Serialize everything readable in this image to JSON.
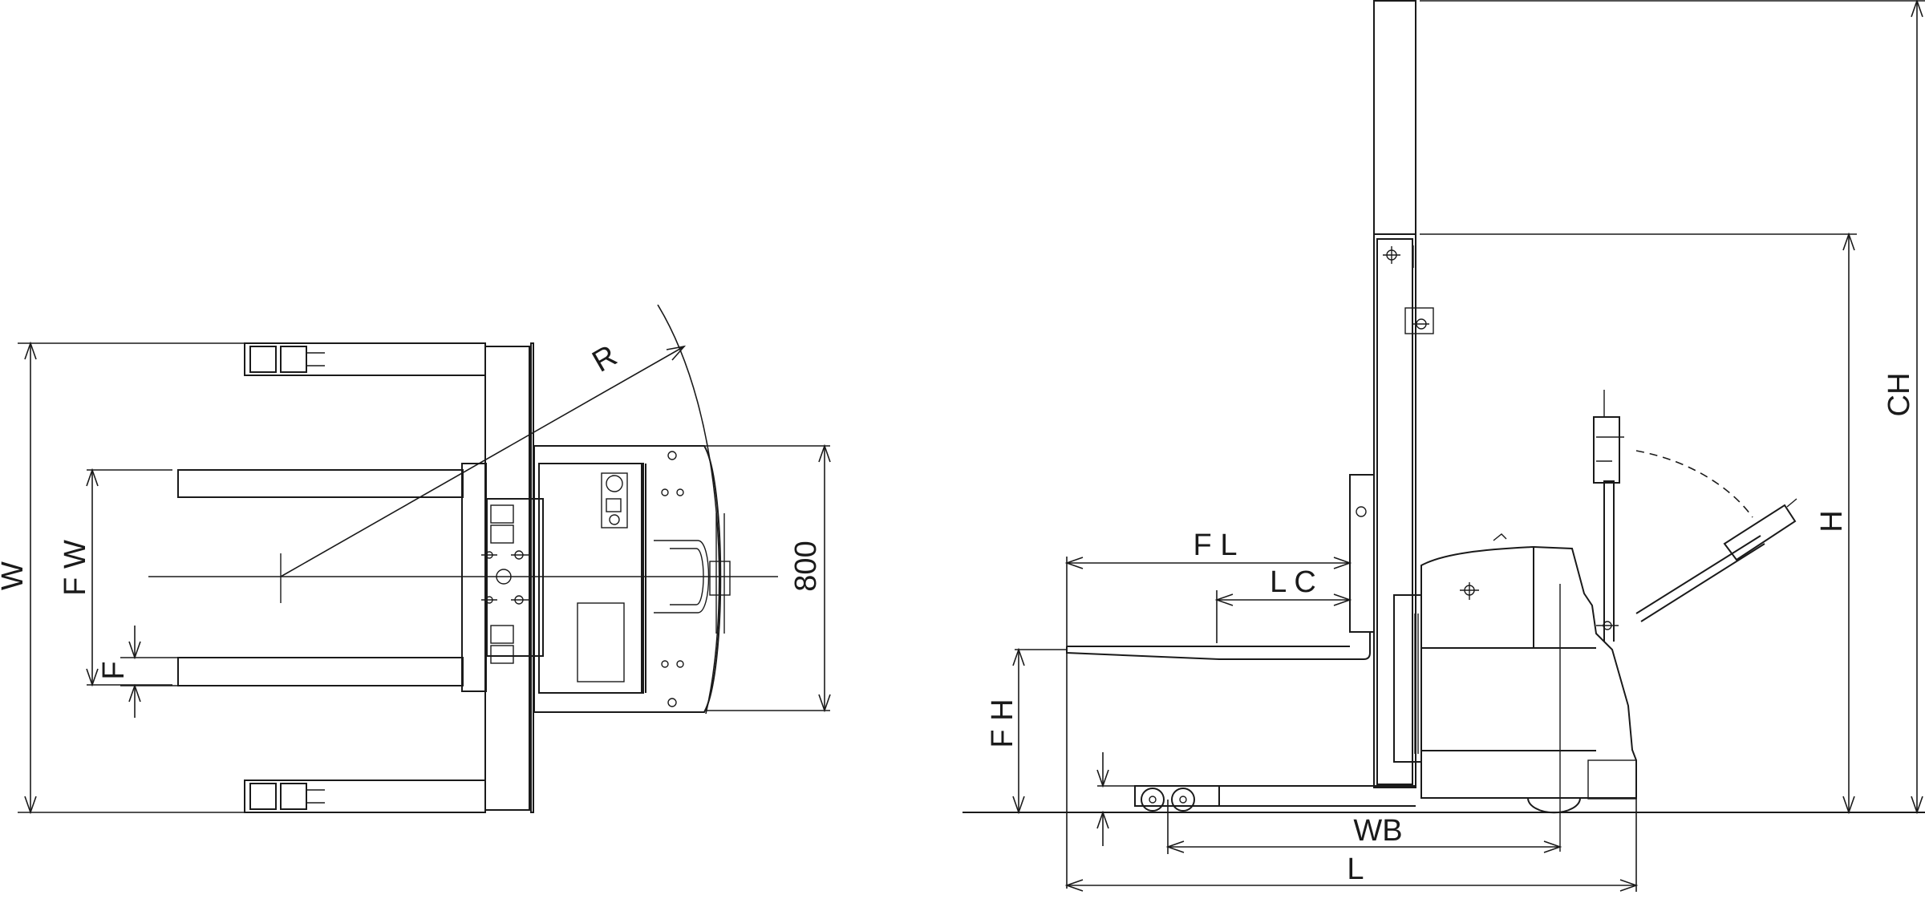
{
  "dimension_labels": {
    "W": "W",
    "FW": "F W",
    "F": "F",
    "R": "R",
    "width_800": "800",
    "FL": "F L",
    "LC": "L C",
    "FH": "F H",
    "WB": "WB",
    "L": "L",
    "H": "H",
    "CH": "CH"
  }
}
